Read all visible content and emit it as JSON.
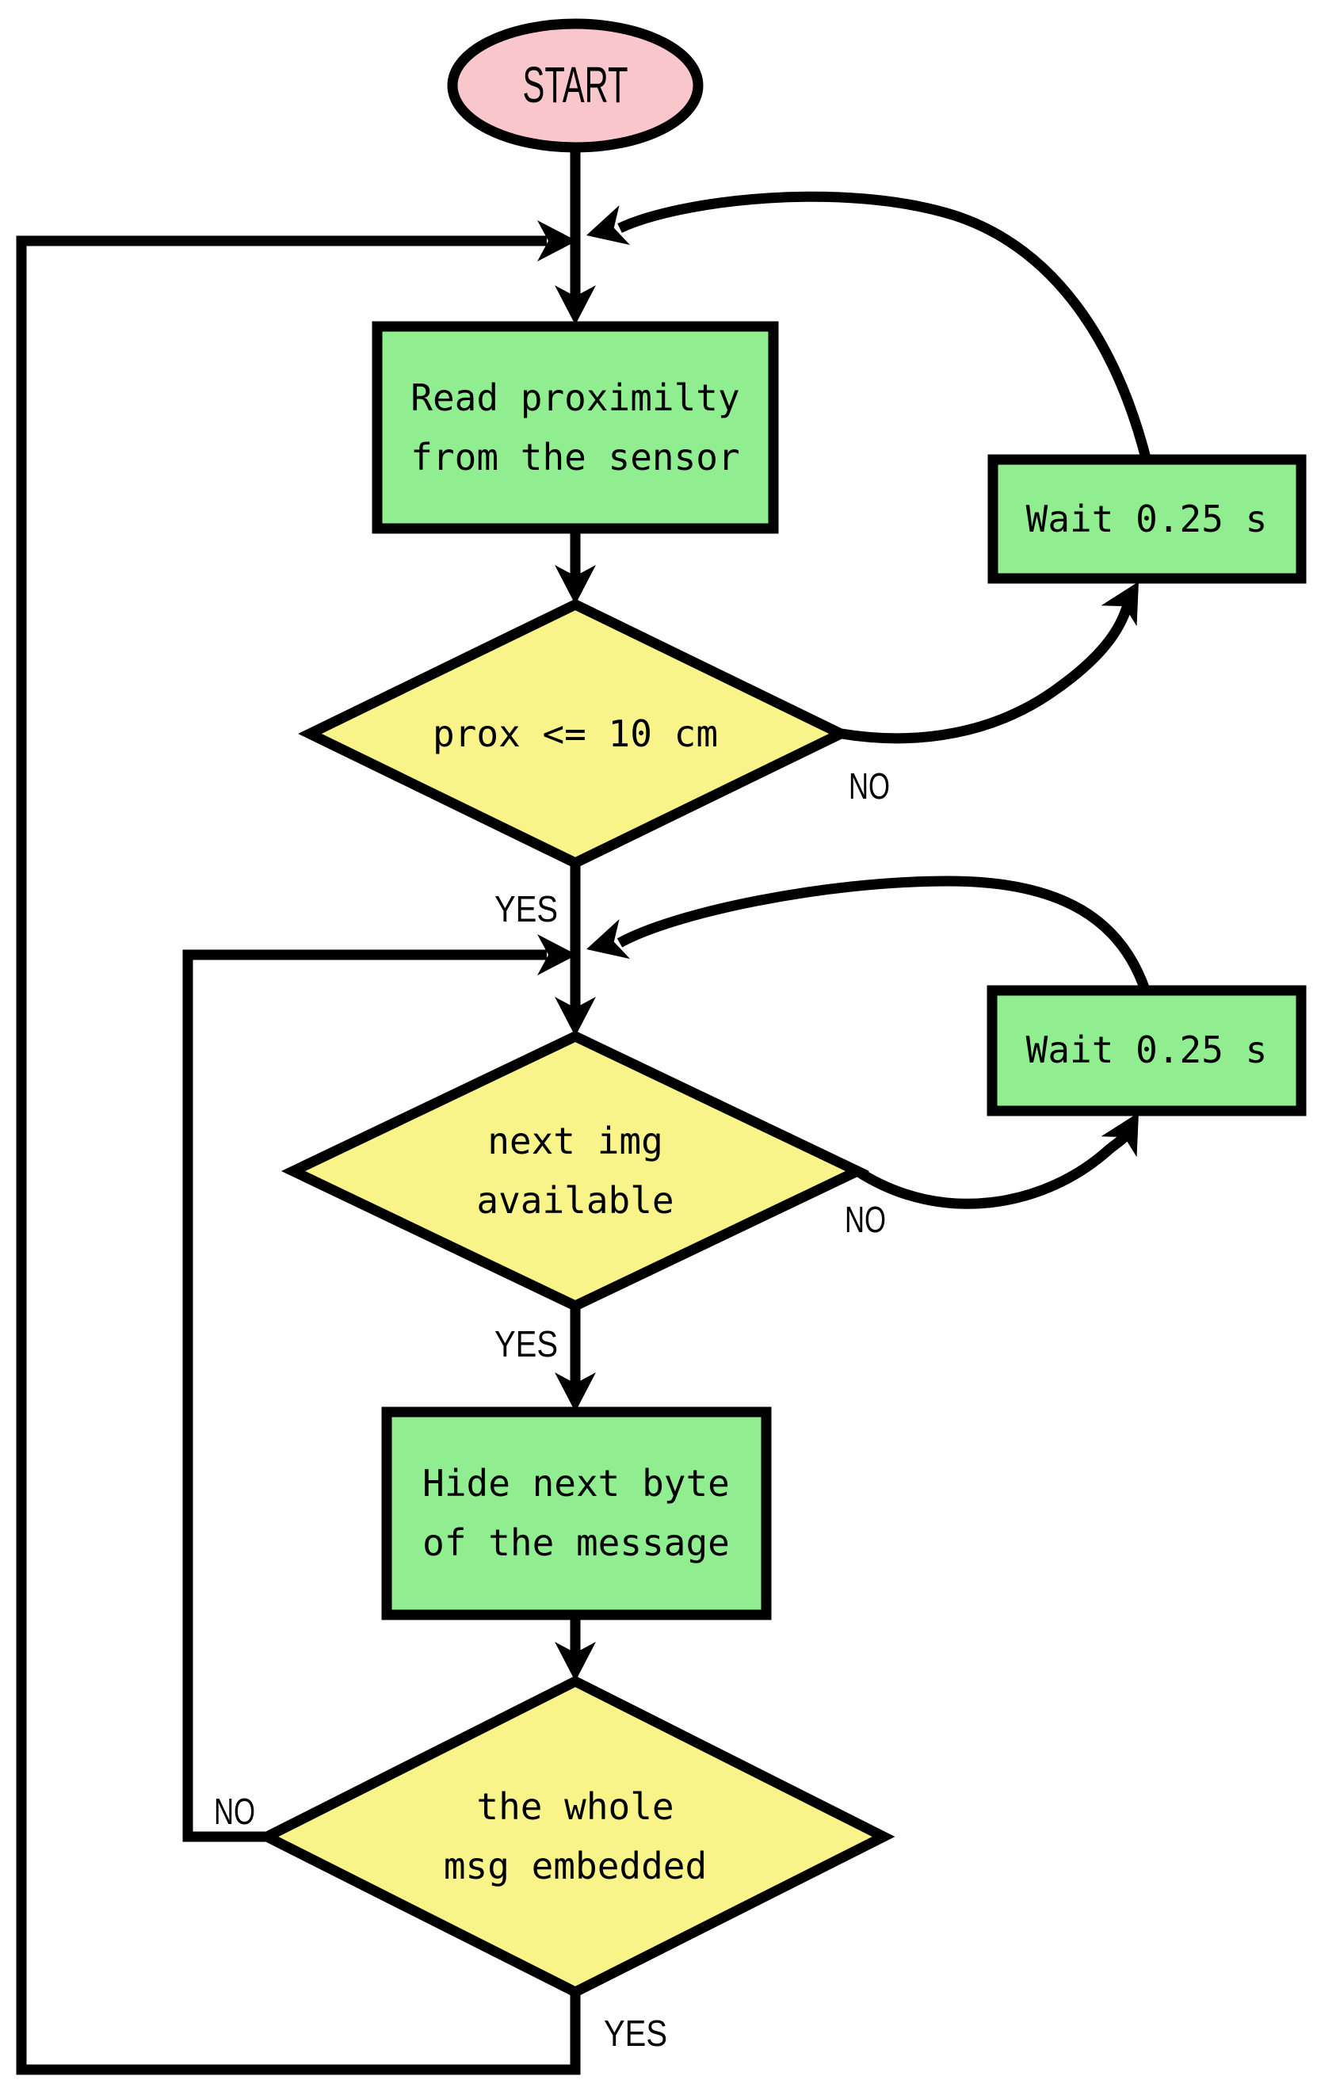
{
  "nodes": {
    "start": {
      "label": "START"
    },
    "read_proximity": {
      "line1": "Read proximilty",
      "line2": "from the sensor"
    },
    "prox_check": {
      "label": "prox <= 10 cm"
    },
    "wait_top": {
      "label": "Wait 0.25 s"
    },
    "img_check": {
      "line1": "next img",
      "line2": "available"
    },
    "wait_mid": {
      "label": "Wait 0.25 s"
    },
    "hide_byte": {
      "line1": "Hide next byte",
      "line2": "of the message"
    },
    "msg_check": {
      "line1": "the whole",
      "line2": "msg embedded"
    }
  },
  "edge_labels": {
    "prox_yes": "YES",
    "prox_no": "NO",
    "img_yes": "YES",
    "img_no": "NO",
    "msg_yes": "YES",
    "msg_no": "NO"
  },
  "colors": {
    "terminator": "#F9C6CB",
    "process": "#90EE90",
    "decision": "#F8F48A",
    "line": "#000000",
    "background": "#FFFFFF"
  }
}
